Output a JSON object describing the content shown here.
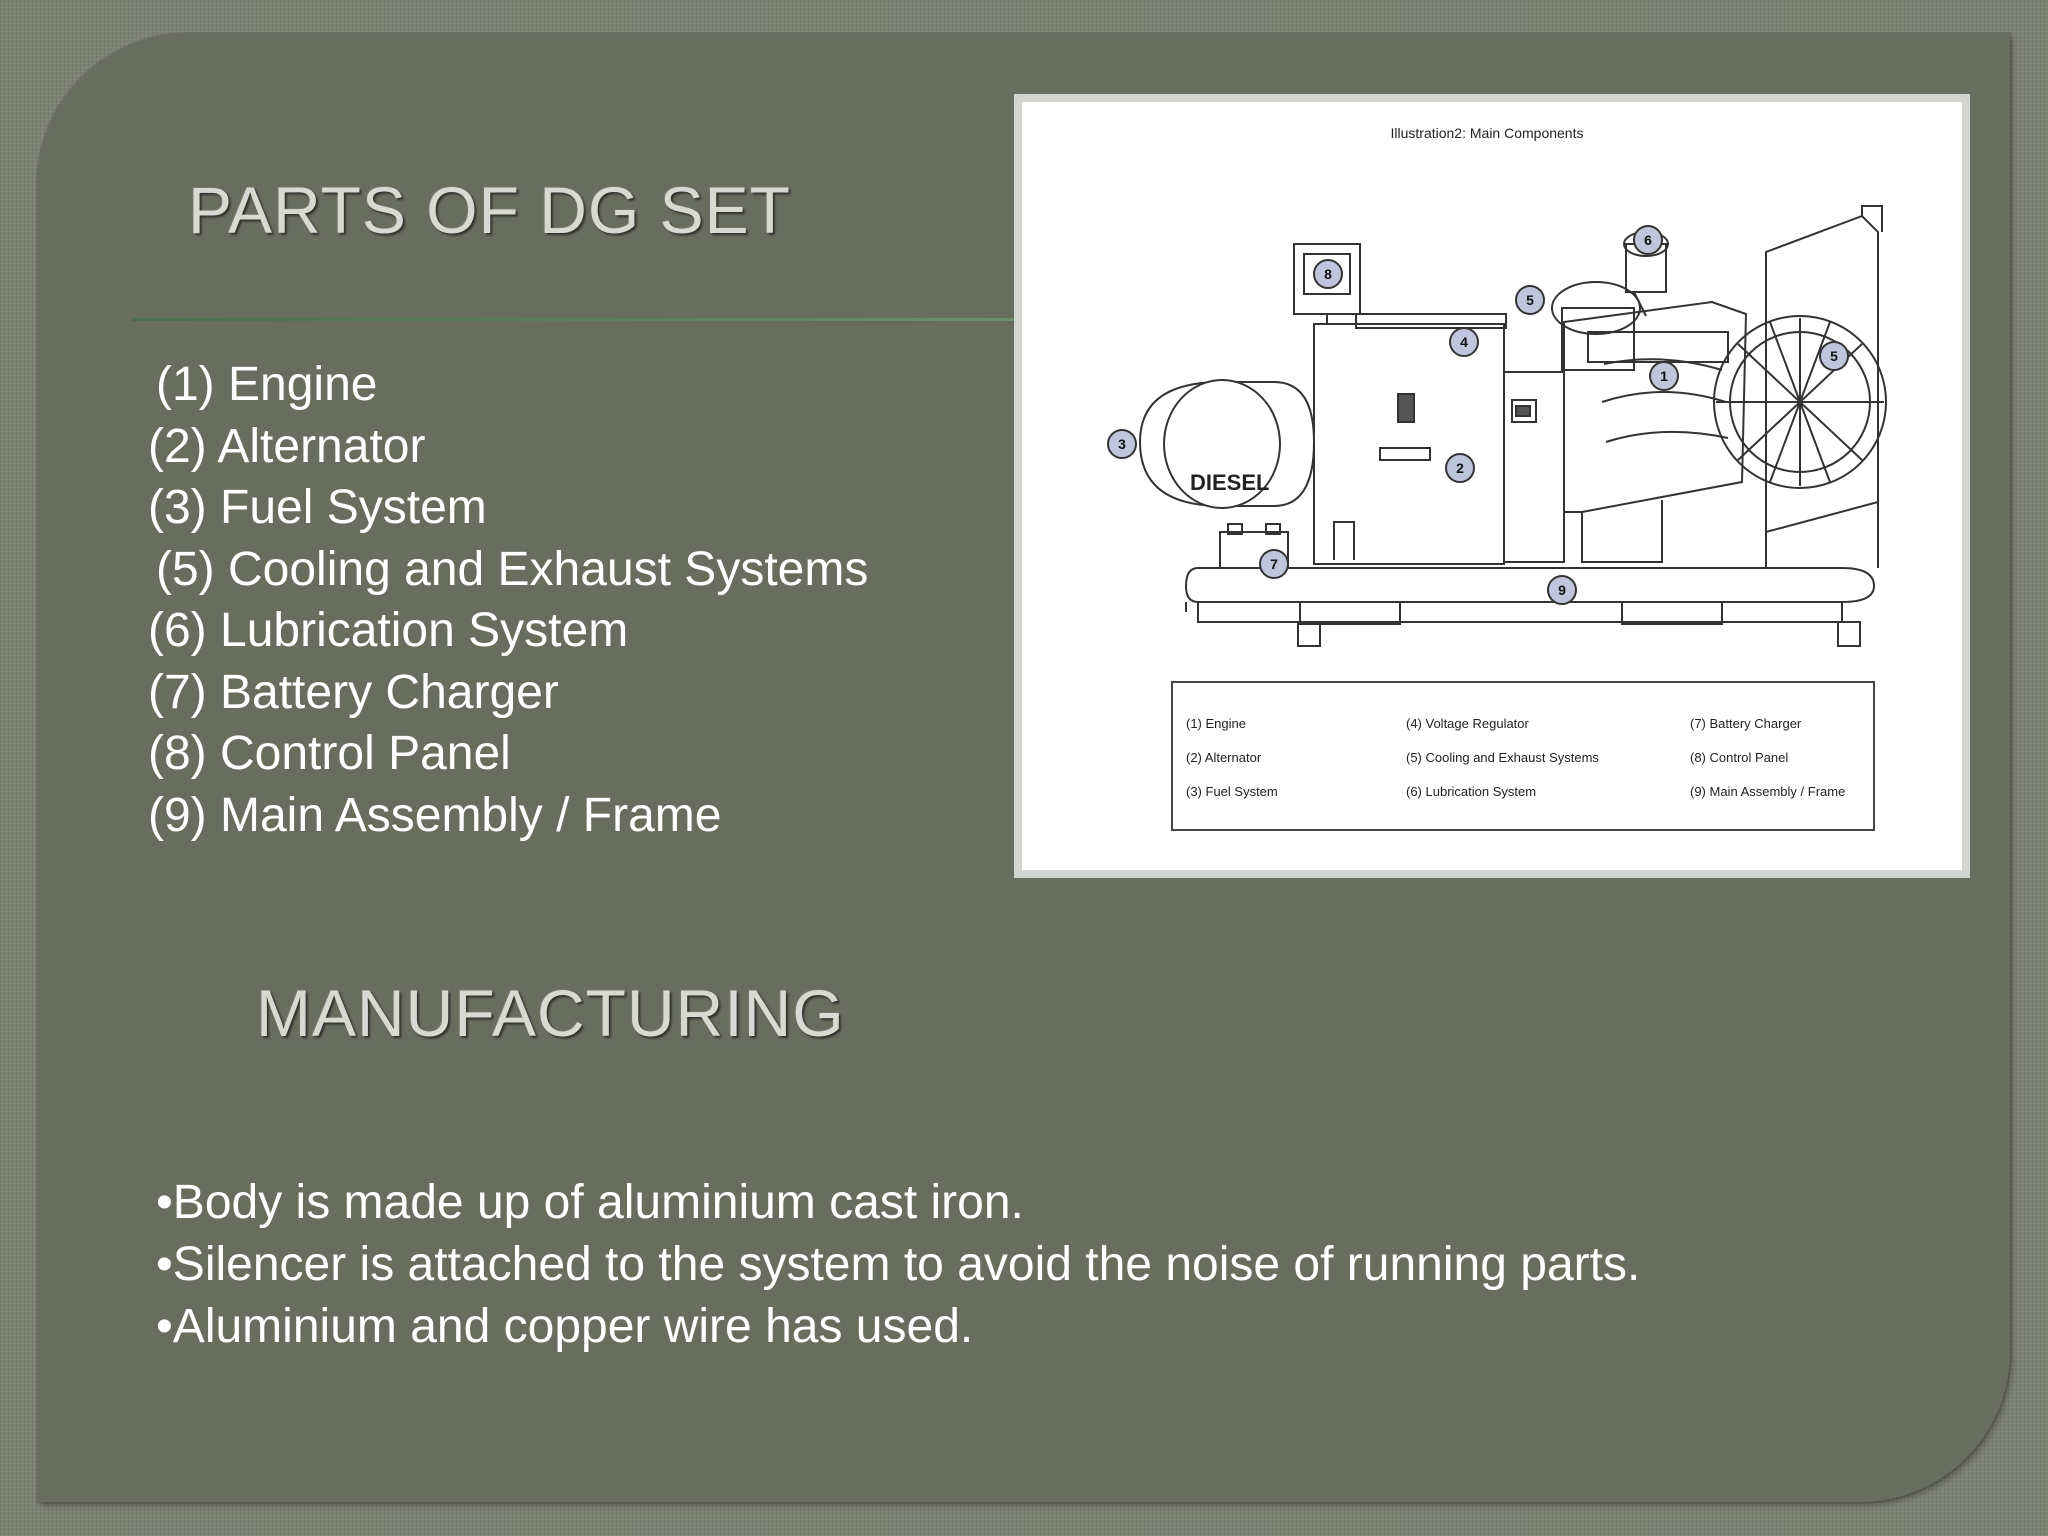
{
  "slide": {
    "title": "PARTS OF DG SET",
    "parts": [
      "(1) Engine",
      "(2) Alternator",
      "(3) Fuel System",
      "(5) Cooling and Exhaust Systems",
      "(6) Lubrication System",
      "(7) Battery Charger",
      "(8) Control Panel",
      "(9) Main Assembly / Frame"
    ],
    "section_title": "MANUFACTURING",
    "bullets": [
      "•Body is made up of aluminium cast iron.",
      "•Silencer is attached to the system to avoid the noise of running parts.",
      "•Aluminium and copper wire has used."
    ]
  },
  "figure": {
    "caption": "Illustration2: Main Components",
    "tank_label": "DIESEL",
    "callouts": [
      "8",
      "5",
      "6",
      "4",
      "1",
      "5",
      "3",
      "2",
      "7",
      "9"
    ],
    "legend": [
      [
        "(1) Engine",
        "(2) Alternator",
        "(3) Fuel System"
      ],
      [
        "(4) Voltage Regulator",
        "(5) Cooling and Exhaust Systems",
        "(6) Lubrication System"
      ],
      [
        "(7) Battery Charger",
        "(8) Control Panel",
        "(9) Main Assembly / Frame"
      ]
    ]
  },
  "colors": {
    "background": "#7d8272",
    "panel": "#696d5e",
    "heading_text": "#d9d9d2",
    "body_text": "#ffffff",
    "rule": "#5a7a56",
    "callout_fill": "#bfc6dc"
  }
}
